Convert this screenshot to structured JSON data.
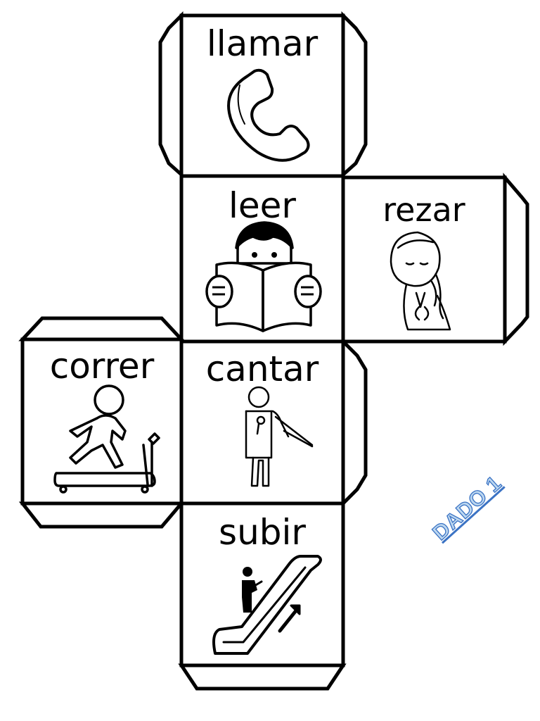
{
  "faces": {
    "top": {
      "label": "llamar",
      "icon": "telephone-handset-icon"
    },
    "center": {
      "label": "leer",
      "icon": "child-reading-book-icon"
    },
    "right": {
      "label": "rezar",
      "icon": "girl-praying-icon"
    },
    "left": {
      "label": "correr",
      "icon": "person-running-treadmill-icon"
    },
    "middle": {
      "label": "cantar",
      "icon": "person-singing-microphone-icon"
    },
    "bottom": {
      "label": "subir",
      "icon": "person-escalator-up-icon"
    }
  },
  "title": "DADO 1",
  "colors": {
    "line": "#000000",
    "title_fill": "#bcd7f0",
    "title_stroke": "#3b73c4"
  }
}
